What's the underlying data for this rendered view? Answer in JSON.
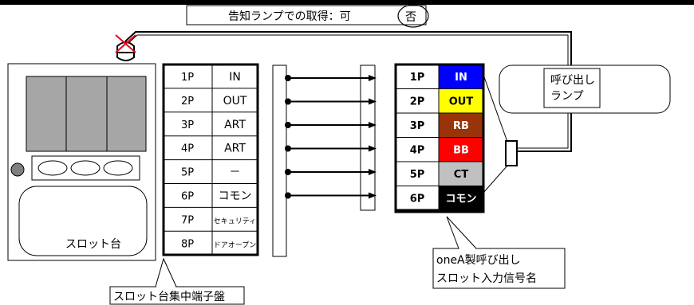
{
  "notice": {
    "text": "告知ランプでの取得：可",
    "choice": "否"
  },
  "slot_machine": {
    "label": "スロット台"
  },
  "terminal_board": {
    "label": "スロット台集中端子盤",
    "rows": [
      {
        "pin": "1P",
        "signal": "IN"
      },
      {
        "pin": "2P",
        "signal": "OUT"
      },
      {
        "pin": "3P",
        "signal": "ART"
      },
      {
        "pin": "4P",
        "signal": "ART"
      },
      {
        "pin": "5P",
        "signal": "－"
      },
      {
        "pin": "6P",
        "signal": "コモン"
      },
      {
        "pin": "7P",
        "signal": "セキュリティ"
      },
      {
        "pin": "8P",
        "signal": "ドアオープン"
      }
    ]
  },
  "onea_connector": {
    "label_line1": "oneA製呼び出し",
    "label_line2": "スロット入力信号名",
    "rows": [
      {
        "pin": "1P",
        "signal": "IN",
        "bg": "#0000ff",
        "fg": "#ffffff"
      },
      {
        "pin": "2P",
        "signal": "OUT",
        "bg": "#ffff00",
        "fg": "#000000"
      },
      {
        "pin": "3P",
        "signal": "RB",
        "bg": "#99330a",
        "fg": "#ffffff"
      },
      {
        "pin": "4P",
        "signal": "BB",
        "bg": "#ff0000",
        "fg": "#ffffff"
      },
      {
        "pin": "5P",
        "signal": "CT",
        "bg": "#c0c0c0",
        "fg": "#000000"
      },
      {
        "pin": "6P",
        "signal": "コモン",
        "bg": "#000000",
        "fg": "#ffffff"
      }
    ]
  },
  "call_lamp": {
    "line1": "呼び出し",
    "line2": "ランプ"
  },
  "icons": {
    "lamp": "notice-lamp-icon",
    "cross": "cross-mark-icon"
  }
}
